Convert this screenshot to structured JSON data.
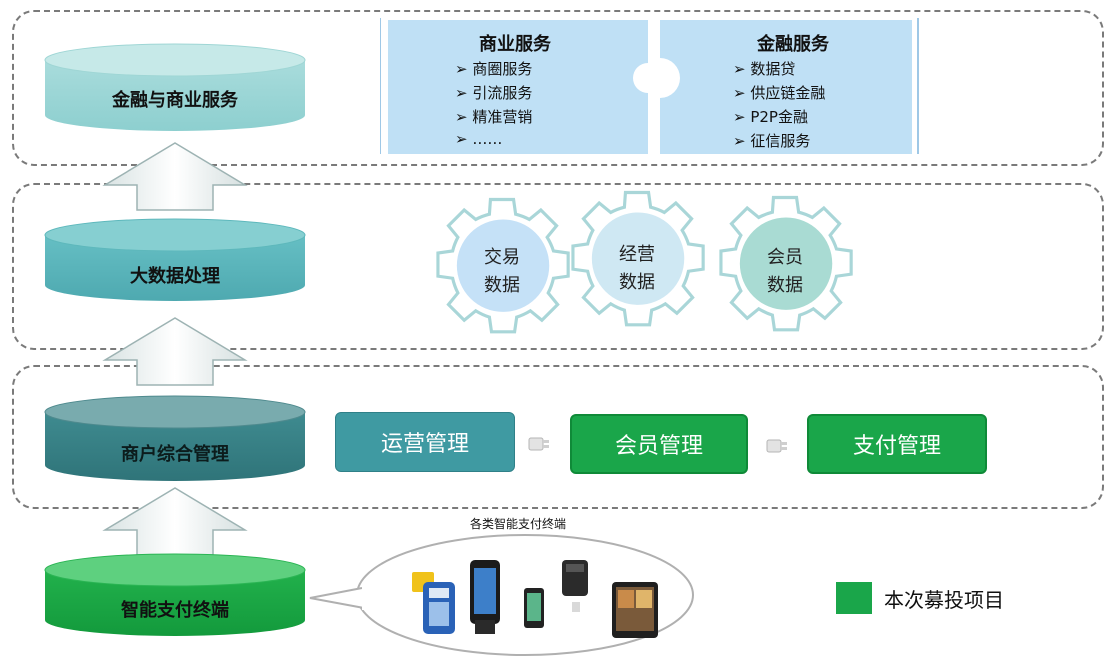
{
  "layers": [
    {
      "label": "金融与商业服务"
    },
    {
      "label": "大数据处理"
    },
    {
      "label": "商户综合管理"
    },
    {
      "label": "智能支付终端"
    }
  ],
  "services": {
    "business": {
      "title": "商业服务",
      "items": [
        "➢ 商圈服务",
        "➢ 引流服务",
        "➢ 精准营销",
        "➢ ……"
      ]
    },
    "finance": {
      "title": "金融服务",
      "items": [
        "➢ 数据贷",
        "➢ 供应链金融",
        "➢ P2P金融",
        "➢ 征信服务"
      ]
    }
  },
  "data_gears": [
    {
      "line1": "交易",
      "line2": "数据"
    },
    {
      "line1": "经营",
      "line2": "数据"
    },
    {
      "line1": "会员",
      "line2": "数据"
    }
  ],
  "management": [
    {
      "label": "运营管理",
      "color": "#3f9aa2"
    },
    {
      "label": "会员管理",
      "color": "#1aa64a"
    },
    {
      "label": "支付管理",
      "color": "#1aa64a"
    }
  ],
  "terminals": {
    "caption": "各类智能支付终端"
  },
  "legend": {
    "label": "本次募投项目",
    "color": "#1aa64a"
  }
}
